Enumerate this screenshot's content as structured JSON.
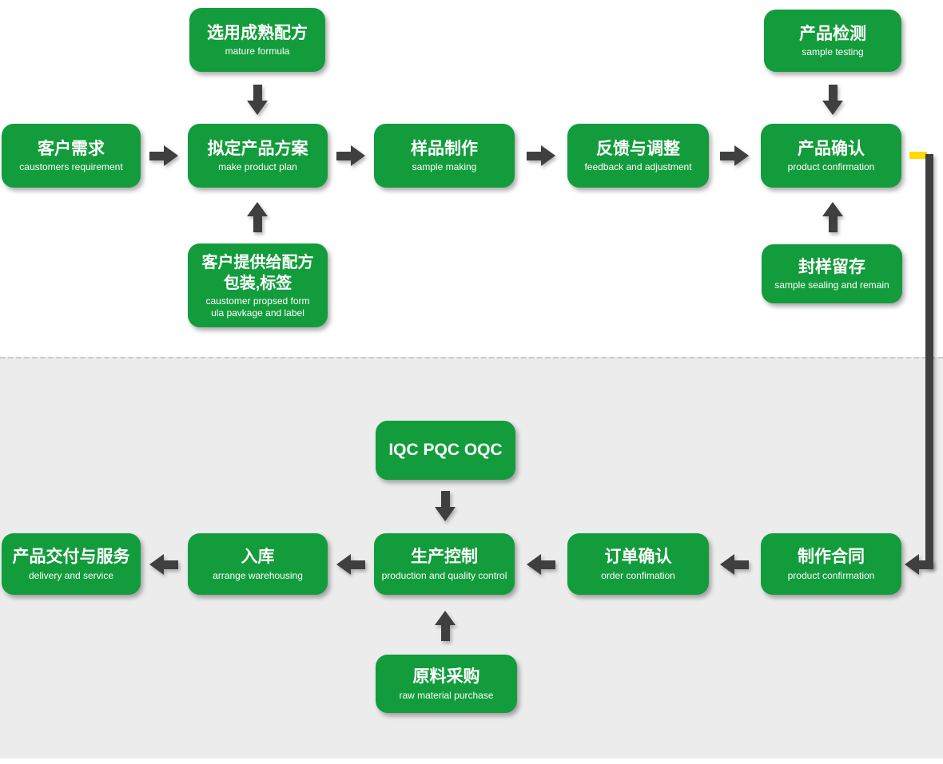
{
  "colors": {
    "box_green": "#139c3c",
    "arrow_gray": "#3f3f3f",
    "accent_yellow": "#ffd800",
    "band_gray": "#ececec",
    "dash_gray": "#c8c8c8"
  },
  "nodes": {
    "mature_formula": {
      "title": "选用成熟配方",
      "subtitle": "mature formula"
    },
    "sample_testing": {
      "title": "产品检测",
      "subtitle": "sample testing"
    },
    "customer_requirement": {
      "title": "客户需求",
      "subtitle": "caustomers requirement"
    },
    "make_product_plan": {
      "title": "拟定产品方案",
      "subtitle": "make product plan"
    },
    "sample_making": {
      "title": "样品制作",
      "subtitle": "sample making"
    },
    "feedback_adjustment": {
      "title": "反馈与调整",
      "subtitle": "feedback and adjustment"
    },
    "product_confirmation": {
      "title": "产品确认",
      "subtitle": "product confirmation"
    },
    "customer_formula": {
      "title_line1": "客户提供给配方",
      "title_line2": "包装,标签",
      "subtitle_line1": "caustomer propsed form",
      "subtitle_line2": "ula pavkage and label"
    },
    "sample_sealing": {
      "title": "封样留存",
      "subtitle": "sample sealing and remain"
    },
    "iqc": {
      "title": "IQC PQC OQC"
    },
    "delivery_service": {
      "title": "产品交付与服务",
      "subtitle": "delivery and service"
    },
    "warehousing": {
      "title": "入库",
      "subtitle": "arrange warehousing"
    },
    "production_control": {
      "title": "生产控制",
      "subtitle": "production and quality control"
    },
    "order_confirmation": {
      "title": "订单确认",
      "subtitle": "order confimation"
    },
    "contract": {
      "title": "制作合同",
      "subtitle": "product confirmation"
    },
    "raw_material": {
      "title": "原料采购",
      "subtitle": "raw material purchase"
    }
  },
  "edges": [
    {
      "from": "customer_requirement",
      "to": "make_product_plan"
    },
    {
      "from": "mature_formula",
      "to": "make_product_plan"
    },
    {
      "from": "customer_formula",
      "to": "make_product_plan"
    },
    {
      "from": "make_product_plan",
      "to": "sample_making"
    },
    {
      "from": "sample_making",
      "to": "feedback_adjustment"
    },
    {
      "from": "feedback_adjustment",
      "to": "product_confirmation"
    },
    {
      "from": "sample_testing",
      "to": "product_confirmation"
    },
    {
      "from": "sample_sealing",
      "to": "product_confirmation"
    },
    {
      "from": "product_confirmation",
      "to": "contract"
    },
    {
      "from": "contract",
      "to": "order_confirmation"
    },
    {
      "from": "order_confirmation",
      "to": "production_control"
    },
    {
      "from": "iqc",
      "to": "production_control"
    },
    {
      "from": "raw_material",
      "to": "production_control"
    },
    {
      "from": "production_control",
      "to": "warehousing"
    },
    {
      "from": "warehousing",
      "to": "delivery_service"
    }
  ]
}
